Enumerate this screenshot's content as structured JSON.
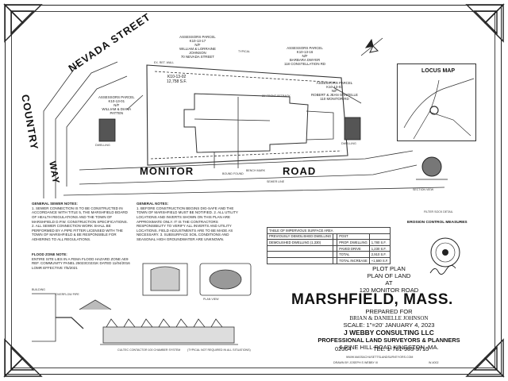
{
  "streets": {
    "nevada": "NEVADA STREET",
    "country": "COUNTRY",
    "way": "WAY",
    "monitor": "MONITOR",
    "road": "ROAD"
  },
  "parcels": {
    "top_center": [
      "ASSESSORS PARCEL",
      "K10-13-17",
      "N/F",
      "WILLIAM & LORRAINE",
      "JOHNSON",
      "70 NEVADA STREET"
    ],
    "top_right": [
      "ASSESSORS PARCEL",
      "K10-13-16",
      "N/F",
      "BARBARA DWYER",
      "118 CONSTELLATION RD"
    ],
    "left": [
      "ASSESSORS PARCEL",
      "K10-13-01",
      "N/F",
      "WILLIAM & DIANA",
      "PATTEN"
    ],
    "lot": [
      "K10-13-02",
      "12,758 S.F."
    ],
    "right_lot": [
      "ASSESSORS PARCEL",
      "K10-13-03",
      "N/F",
      "ROBERT & JEAN GANTELLE",
      "110 MONITOR RD"
    ]
  },
  "plan_labels": {
    "dwelling": "DWELLING",
    "sewer": "SEWER LINE",
    "right_dwelling": "DWELLING",
    "right_note": "TYPICAL",
    "setback": "20' FRONT SETBACK",
    "ex_wall": "EX. RET. WALL",
    "bound": "BOUND FOUND",
    "bench": "BENCH MARK"
  },
  "locus_map": {
    "title": "LOCUS MAP"
  },
  "detail_labels": {
    "silt": "FILTER SOCK DETAIL",
    "erosion": "EROSION CONTROL MEASURES",
    "section": "SECTION VIEW",
    "overflow": "OVERFLOW PIPE",
    "building": "BUILDING",
    "plan_view": "PLAN VIEW",
    "cultec": "CULTEC CONTACTOR 100 CHAMBER SYSTEM",
    "typical": "(TYPICAL NOT REQUIRED IN ALL SITUATIONS)"
  },
  "sewer_notes": {
    "title": "GENERAL SEWER NOTES:",
    "body": "1. SEWER CONNECTION IS TO BE CONSTRUCTED IN ACCORDANCE WITH TITLE 5, THE MARSHFIELD BOARD OF HEALTH REGULATIONS AND THE TOWN OF MARSHFIELD D.P.W. CONSTRUCTION SPECIFICATIONS. 2. ALL SEWER CONNECTION WORK SHALL BE PERFORMED BY A PIPE FITTER LICENSED WITH THE TOWN OF MARSHFIELD & BE RESPONSIBLE FOR ADHERING TO ALL REGULATIONS."
  },
  "general_notes": {
    "title": "GENERAL NOTES:",
    "body": "1. BEFORE CONSTRUCTION BEGINS DIG-SAFE AND THE TOWN OF MARSHFIELD MUST BE NOTIFIED. 2. ALL UTILITY LOCATIONS AND INVERTS SHOWN ON THIS PLAN ARE APPROXIMATE ONLY. IT IS THE CONTRACTORS RESPONSIBILITY TO VERIFY ALL INVERTS AND UTILITY LOCATIONS. FIELD ADJUSTMENTS ARE TO BE MADE AS NECESSARY. 3. SUBSURFACE SOIL CONDITIONS AND SEASONAL HIGH GROUNDWATER ARE UNKNOWN."
  },
  "flood_notes": {
    "title": "FLOOD ZONE NOTE:",
    "body": "ENTIRE SITE LIES IN A FEMA FLOOD HAZARD ZONE AE9 REF. COMMUNITY PANEL 25023C0231K DATED 11/04/2016 LOMR EFFECTIVE 7/5/2021"
  },
  "impervious_table": {
    "title": "TABLE OF IMPERVIOUS SURFACE AREA",
    "rows": [
      [
        "PREVIOUSLY DEMOLISHED DWELLING",
        "",
        "",
        "POST",
        ""
      ],
      [
        "DEMOLISHED DWELLING (1,330)",
        "",
        "PROP. DWELLING",
        "1,780 S.F."
      ],
      [
        "",
        "",
        "PAVED DRIVE",
        "1,230 S.F."
      ],
      [
        "",
        "",
        "TOTAL",
        "2,910 S.F."
      ],
      [
        "",
        "",
        "TOTAL INCREASE",
        "+1,580 S.F."
      ]
    ]
  },
  "title_block": {
    "line1": "PLOT PLAN",
    "line2": "PLAN OF LAND",
    "line3": "AT",
    "line4": "120 MONITOR ROAD",
    "town": "MARSHFIELD, MASS.",
    "prepared_for": "PREPARED FOR",
    "clients": "BRIAN & DANIELLE JOHNSON",
    "scale": "SCALE: 1\"=20' JANUARY 4, 2023",
    "firm": "J WEBBY CONSULTING LLC",
    "firm_desc": "PROFESSIONAL LAND SURVEYORS & PLANNERS",
    "address": "6 PINE HILL ROAD KINGSTON,   MA.",
    "zip": "02364",
    "tel": "TEL.   1-781-983-3715",
    "website": "WWW.MASSACHUSETTSLANDSURVEYORS.COM",
    "drawn": "DRAWN BY     JOSEPH S WEBBY III",
    "job": "W-4002"
  }
}
